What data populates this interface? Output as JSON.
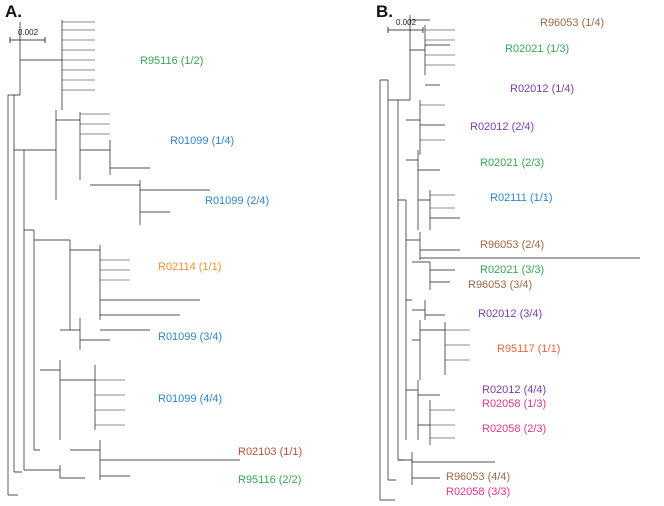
{
  "panels": [
    {
      "label": "A.",
      "scale": "0.002",
      "clades": [
        {
          "text": "R95116 (1/2)",
          "color": "#3aa655"
        },
        {
          "text": "R01099 (1/4)",
          "color": "#2f86c6"
        },
        {
          "text": "R01099 (2/4)",
          "color": "#2f86c6"
        },
        {
          "text": "R02114 (1/1)",
          "color": "#f0922e"
        },
        {
          "text": "R01099 (3/4)",
          "color": "#2f86c6"
        },
        {
          "text": "R01099 (4/4)",
          "color": "#2f86c6"
        },
        {
          "text": "R02103 (1/1)",
          "color": "#b5543a"
        },
        {
          "text": "R95116 (2/2)",
          "color": "#3aa655"
        }
      ]
    },
    {
      "label": "B.",
      "scale": "0.002",
      "clades": [
        {
          "text": "R96053 (1/4)",
          "color": "#9c6b45"
        },
        {
          "text": "R02021 (1/3)",
          "color": "#3aa655"
        },
        {
          "text": "R02012 (1/4)",
          "color": "#7b3fa6"
        },
        {
          "text": "R02012 (2/4)",
          "color": "#7b3fa6"
        },
        {
          "text": "R02021 (2/3)",
          "color": "#3aa655"
        },
        {
          "text": "R02111 (1/1)",
          "color": "#2f86c6"
        },
        {
          "text": "R96053 (2/4)",
          "color": "#9c6b45"
        },
        {
          "text": "R02021 (3/3)",
          "color": "#3aa655"
        },
        {
          "text": "R96053 (3/4)",
          "color": "#9c6b45"
        },
        {
          "text": "R02012 (3/4)",
          "color": "#7b3fa6"
        },
        {
          "text": "R95117 (1/1)",
          "color": "#e8643c"
        },
        {
          "text": "R02012 (4/4)",
          "color": "#7b3fa6"
        },
        {
          "text": "R02058 (1/3)",
          "color": "#e0378e"
        },
        {
          "text": "R02058 (2/3)",
          "color": "#e0378e"
        },
        {
          "text": "R96053 (4/4)",
          "color": "#9c6b45"
        },
        {
          "text": "R02058 (3/3)",
          "color": "#e0378e"
        }
      ]
    }
  ]
}
